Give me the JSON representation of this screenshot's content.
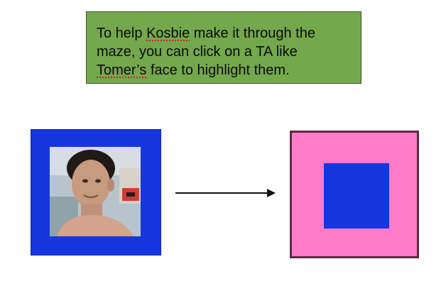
{
  "instruction": {
    "lines": [
      [
        "To help ",
        "Kosbie",
        " make it through the"
      ],
      [
        "maze, you can click on a TA like"
      ],
      [
        "Tomer’s",
        " face to highlight them."
      ]
    ]
  },
  "colors": {
    "instruction_bg": "#74a84d",
    "tile_blue": "#1636e0",
    "tile_pink": "#ff7ac8"
  },
  "icons": {
    "arrow": "right-arrow-icon",
    "portrait": "ta-face-photo"
  }
}
